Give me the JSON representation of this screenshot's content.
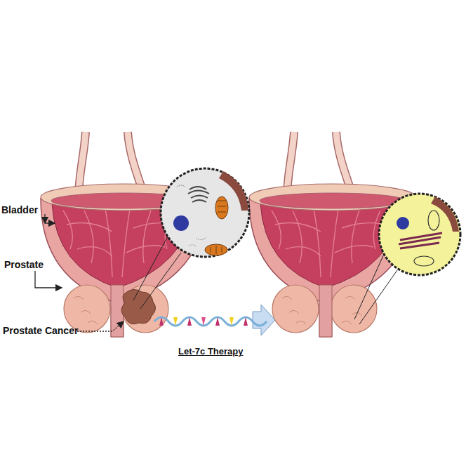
{
  "diagram": {
    "labels": [
      "Bladder",
      "Prostate",
      "Prostate Cancer",
      "Let-7c Therapy"
    ]
  }
}
